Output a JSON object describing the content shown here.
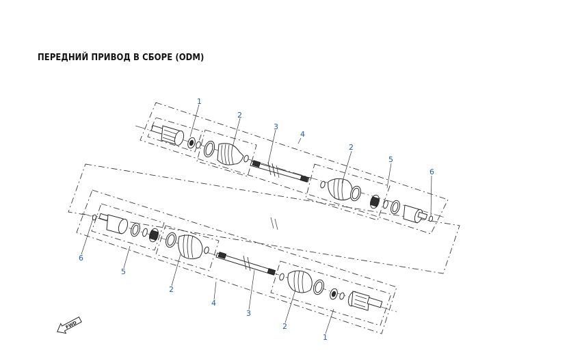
{
  "title": "ПЕРЕДНИЙ ПРИВОД В СБОРЕ (ODM)",
  "callouts": {
    "top_1": "1",
    "top_2a": "2",
    "top_3": "3",
    "top_4": "4",
    "top_2b": "2",
    "top_5": "5",
    "top_6": "6",
    "bot_6": "6",
    "bot_5": "5",
    "bot_2a": "2",
    "bot_4": "4",
    "bot_3": "3",
    "bot_2b": "2",
    "bot_1": "1"
  },
  "fwd_icon": "fwd-arrow-icon",
  "fwd_label": "FWD"
}
